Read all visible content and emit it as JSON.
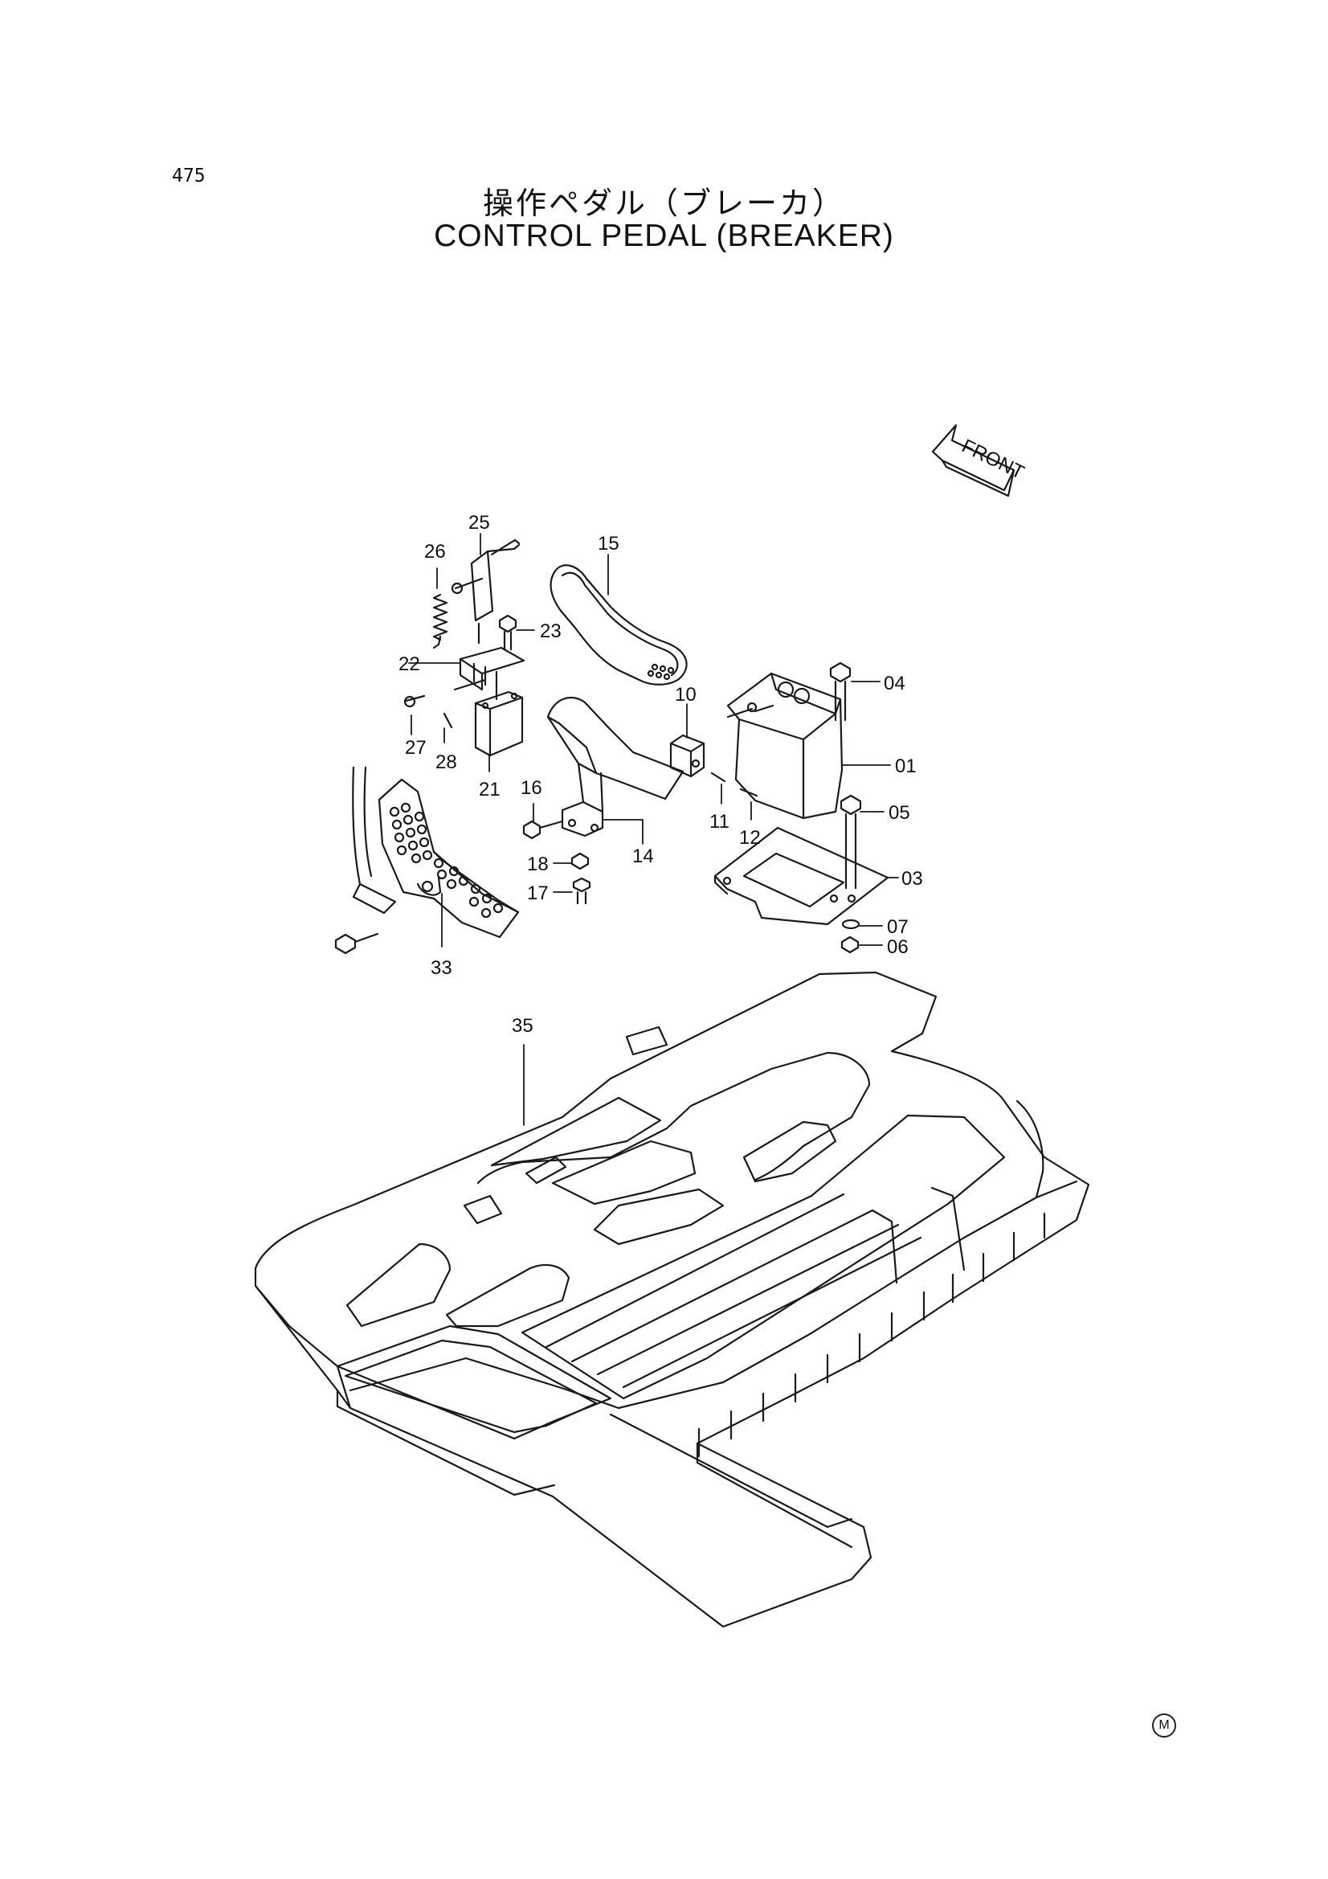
{
  "header": {
    "page_number": "475",
    "title_jp": "操作ペダル（ブレーカ）",
    "title_en": "CONTROL PEDAL (BREAKER)"
  },
  "front_arrow": {
    "label": "FRONT"
  },
  "part_labels": {
    "p01": "01",
    "p03": "03",
    "p04": "04",
    "p05": "05",
    "p06": "06",
    "p07": "07",
    "p10": "10",
    "p11": "11",
    "p12": "12",
    "p14": "14",
    "p15": "15",
    "p16": "16",
    "p17": "17",
    "p18": "18",
    "p21": "21",
    "p22": "22",
    "p23": "23",
    "p25": "25",
    "p26": "26",
    "p27": "27",
    "p28": "28",
    "p33": "33",
    "p35": "35"
  },
  "footer": {
    "mark": "M"
  }
}
